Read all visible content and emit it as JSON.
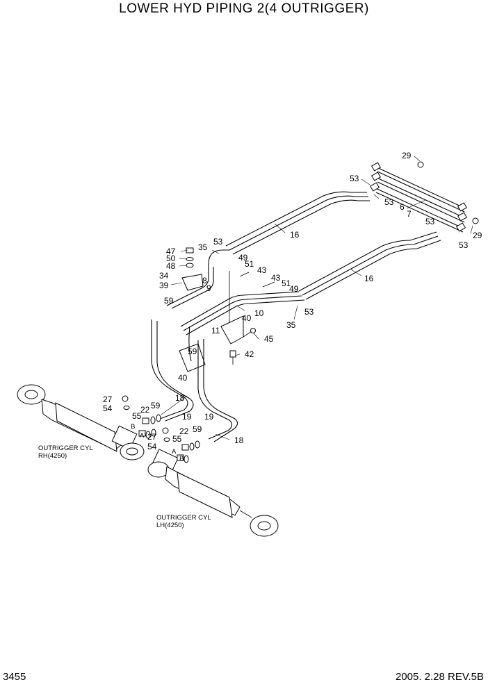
{
  "title": "LOWER HYD PIPING 2(4 OUTRIGGER)",
  "page_number": "3455",
  "revision": "2005. 2.28  REV.5B",
  "captions": {
    "rh_line1": "OUTRIGGER CYL",
    "rh_line2": "RH(4250)",
    "lh_line1": "OUTRIGGER CYL",
    "lh_line2": "LH(4250)"
  },
  "port_letters": {
    "b": "B",
    "a": "A"
  },
  "callouts": [
    {
      "id": "29",
      "label": "29"
    },
    {
      "id": "29",
      "label": "29"
    },
    {
      "id": "53",
      "label": "53"
    },
    {
      "id": "53",
      "label": "53"
    },
    {
      "id": "53",
      "label": "53"
    },
    {
      "id": "53",
      "label": "53"
    },
    {
      "id": "53",
      "label": "53"
    },
    {
      "id": "53",
      "label": "53"
    },
    {
      "id": "6",
      "label": "6"
    },
    {
      "id": "7",
      "label": "7"
    },
    {
      "id": "16",
      "label": "16"
    },
    {
      "id": "16",
      "label": "16"
    },
    {
      "id": "47",
      "label": "47"
    },
    {
      "id": "50",
      "label": "50"
    },
    {
      "id": "48",
      "label": "48"
    },
    {
      "id": "35",
      "label": "35"
    },
    {
      "id": "35",
      "label": "35"
    },
    {
      "id": "49",
      "label": "49"
    },
    {
      "id": "49",
      "label": "49"
    },
    {
      "id": "51",
      "label": "51"
    },
    {
      "id": "51",
      "label": "51"
    },
    {
      "id": "43",
      "label": "43"
    },
    {
      "id": "43",
      "label": "43"
    },
    {
      "id": "34",
      "label": "34"
    },
    {
      "id": "8",
      "label": "8"
    },
    {
      "id": "39",
      "label": "39"
    },
    {
      "id": "9",
      "label": "9"
    },
    {
      "id": "10",
      "label": "10"
    },
    {
      "id": "40",
      "label": "40"
    },
    {
      "id": "40",
      "label": "40"
    },
    {
      "id": "11",
      "label": "11"
    },
    {
      "id": "45",
      "label": "45"
    },
    {
      "id": "42",
      "label": "42"
    },
    {
      "id": "59",
      "label": "59"
    },
    {
      "id": "59",
      "label": "59"
    },
    {
      "id": "59",
      "label": "59"
    },
    {
      "id": "59",
      "label": "59"
    },
    {
      "id": "18",
      "label": "18"
    },
    {
      "id": "18",
      "label": "18"
    },
    {
      "id": "19",
      "label": "19"
    },
    {
      "id": "19",
      "label": "19"
    },
    {
      "id": "27",
      "label": "27"
    },
    {
      "id": "27",
      "label": "27"
    },
    {
      "id": "54",
      "label": "54"
    },
    {
      "id": "54",
      "label": "54"
    },
    {
      "id": "22",
      "label": "22"
    },
    {
      "id": "22",
      "label": "22"
    },
    {
      "id": "55",
      "label": "55"
    },
    {
      "id": "55",
      "label": "55"
    }
  ]
}
